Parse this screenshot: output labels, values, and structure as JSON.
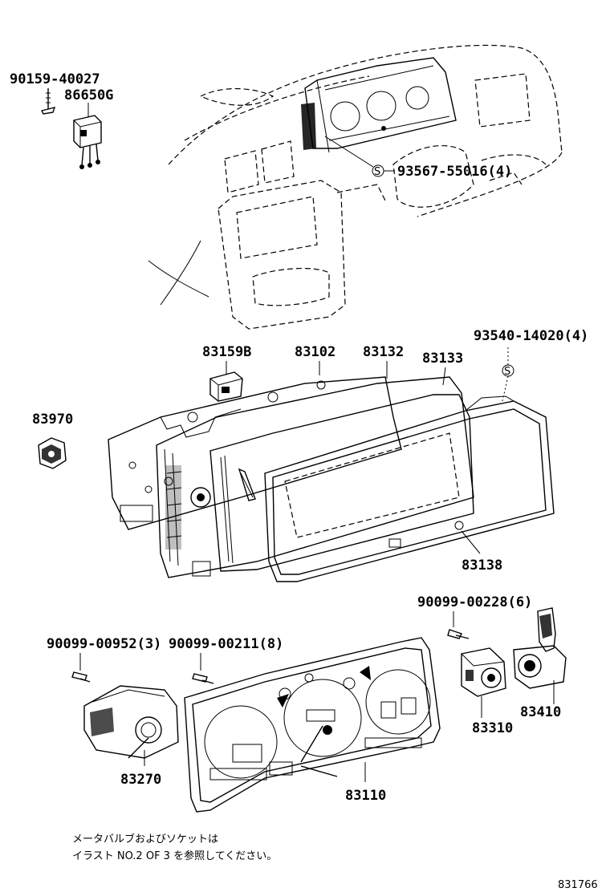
{
  "parts": {
    "p90159_40027": "90159-40027",
    "p86650G": "86650G",
    "p93567_55016": "93567-55016(4)",
    "p93540_14020": "93540-14020(4)",
    "p83159B": "83159B",
    "p83102": "83102",
    "p83132": "83132",
    "p83133": "83133",
    "p83970": "83970",
    "p83138": "83138",
    "p90099_00228": "90099-00228(6)",
    "p90099_00952": "90099-00952(3)",
    "p90099_00211": "90099-00211(8)",
    "p83410": "83410",
    "p83310": "83310",
    "p83270": "83270",
    "p83110": "83110"
  },
  "note": {
    "line1": "メータバルブおよびソケットは",
    "line2": "イラスト NO.2 OF 3 を参照してください。"
  },
  "footer": {
    "code": "831766"
  },
  "symbols": {
    "s_mark": "S"
  }
}
